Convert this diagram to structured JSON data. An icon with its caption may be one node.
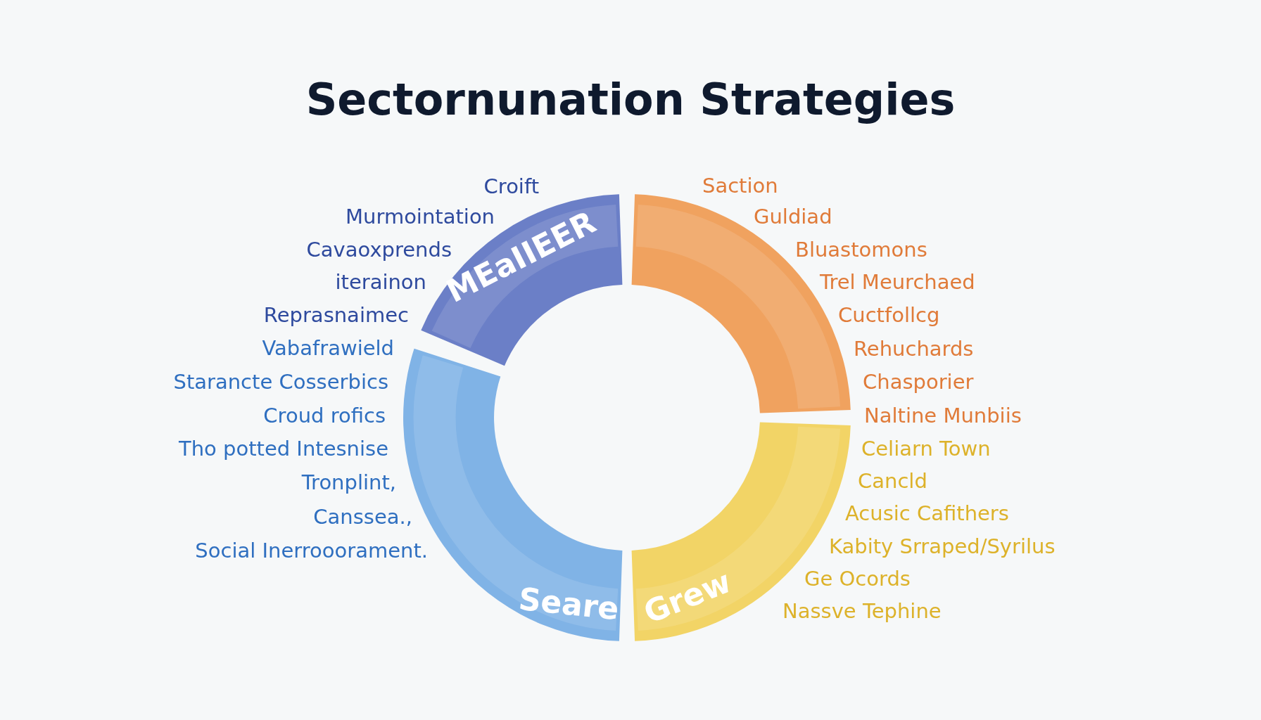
{
  "diagram": {
    "title": "Sectornunation Strategies",
    "nodes": [
      {
        "text": [
          "MEaIIEER"
        ],
        "beside": [
          "Croift",
          "Murmointation",
          "Cavaoxprends",
          "iterainon",
          "Reprasnaimec"
        ]
      },
      {
        "text": [],
        "shape": "arc",
        "beside": [
          "Saction",
          "Guldiad",
          "Bluastomons",
          "Trel Meurchaed",
          "Cuctfollcg",
          "Rehuchards",
          "Chasporier",
          "Naltine Munbiis"
        ]
      },
      {
        "text": [
          "Seare"
        ],
        "beside": [
          "Vabafrawield",
          "Starancte Cosserbics",
          "Croud rofics",
          "Tho potted Intesnise",
          "Tronplint,",
          "Canssea.,",
          "Social Inerrooorament."
        ]
      },
      {
        "text": [
          "Grew"
        ],
        "beside": [
          "Celiarn Town",
          "Cancld",
          "Acusic Cafithers",
          "Kabity Srraped/Syrilus",
          "Ge Ocords",
          "Nassve Tephine"
        ]
      }
    ]
  }
}
